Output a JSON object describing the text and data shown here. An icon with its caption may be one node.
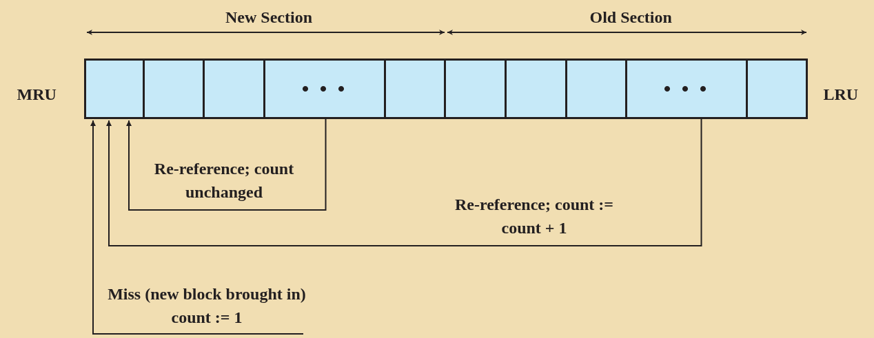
{
  "diagram": {
    "nodes": [
      {
        "text": [],
        "shape": "box"
      },
      {
        "text": [],
        "shape": "box"
      },
      {
        "text": [],
        "shape": "box"
      },
      {
        "text": [
          "• • •"
        ]
      },
      {
        "text": [],
        "shape": "box"
      },
      {
        "text": [],
        "shape": "box"
      },
      {
        "text": [],
        "shape": "box"
      },
      {
        "text": [],
        "shape": "box"
      },
      {
        "text": [
          "• • •"
        ]
      },
      {
        "text": [],
        "shape": "box"
      }
    ],
    "edges": [
      {
        "from": 3,
        "to": 0,
        "arrow": "to",
        "label": "Re-reference; count unchanged"
      },
      {
        "from": 8,
        "to": 0,
        "arrow": "to",
        "label": "Re-reference; count := count + 1"
      },
      {
        "from": null,
        "to": 0,
        "arrow": "to",
        "label": "Miss (new block brought in) count := 1"
      }
    ],
    "labels": [
      "New Section",
      "Old Section",
      "MRU",
      "LRU"
    ]
  }
}
